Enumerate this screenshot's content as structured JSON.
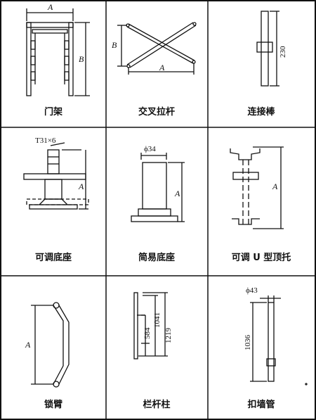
{
  "cells": [
    {
      "caption": "门架",
      "labels": {
        "width": "A",
        "height": "B"
      }
    },
    {
      "caption": "交叉拉杆",
      "labels": {
        "side": "B",
        "bottom": "A"
      }
    },
    {
      "caption": "连接棒",
      "labels": {
        "length": "230"
      }
    },
    {
      "caption": "可调底座",
      "labels": {
        "thread": "T31×6",
        "height": "A"
      }
    },
    {
      "caption": "简易底座",
      "labels": {
        "diameter": "ϕ34",
        "height": "A"
      }
    },
    {
      "caption": "可调 U 型顶托",
      "labels": {
        "height": "A"
      }
    },
    {
      "caption": "锁臂",
      "labels": {
        "length": "A"
      }
    },
    {
      "caption": "栏杆柱",
      "labels": {
        "d1": "584",
        "d2": "1041",
        "d3": "1219"
      }
    },
    {
      "caption": "扣墙管",
      "labels": {
        "diameter": "ϕ43",
        "length": "1036"
      }
    }
  ]
}
